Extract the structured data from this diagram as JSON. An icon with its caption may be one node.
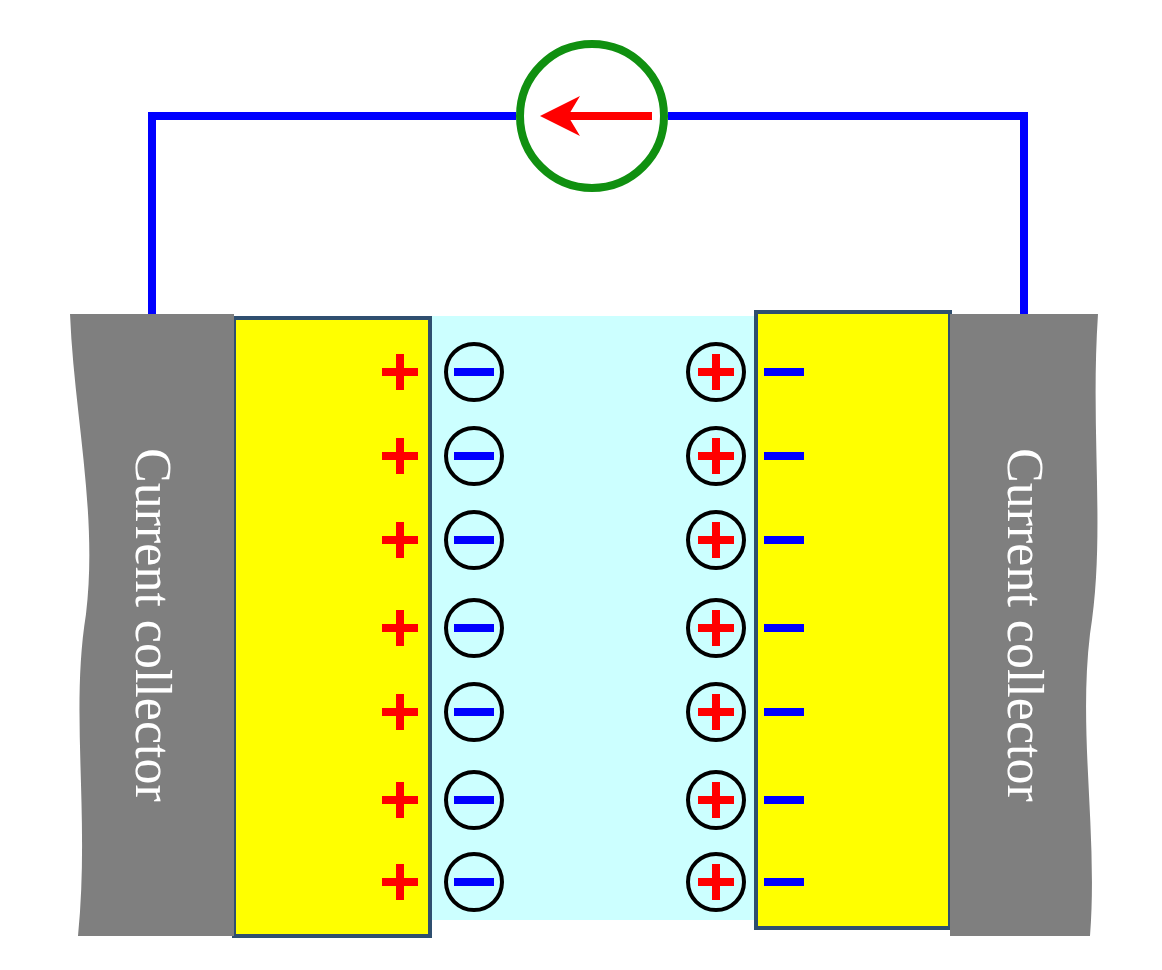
{
  "diagram": {
    "nodes": [
      {
        "text": [
          "Current collector"
        ]
      },
      {
        "text": [
          "Current collector"
        ]
      },
      {
        "text": [],
        "shape": "circle"
      }
    ],
    "edges": [
      {
        "from": 0,
        "to": 2,
        "arrow": "none"
      },
      {
        "from": 2,
        "to": 1,
        "arrow": "none"
      }
    ]
  }
}
